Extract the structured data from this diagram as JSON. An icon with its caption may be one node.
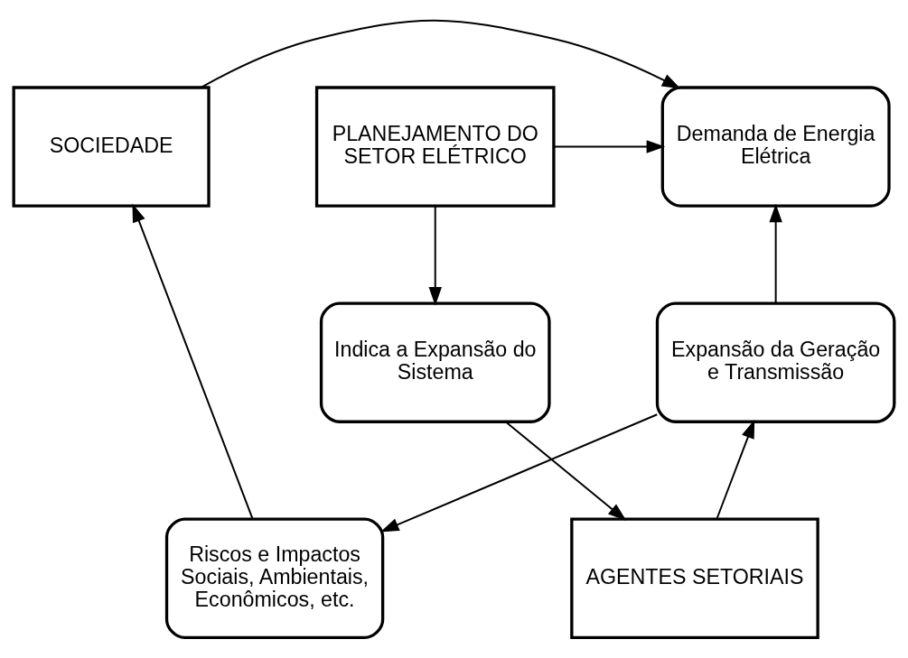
{
  "diagram": {
    "nodes": [
      {
        "text": [
          "SOCIEDADE"
        ]
      },
      {
        "text": [
          "Demanda de Energia Elétrica"
        ]
      },
      {
        "text": [
          "PLANEJAMENTO DO SETOR ELÉTRICO"
        ]
      },
      {
        "text": [
          "Expansão da Geração e Transmissão"
        ]
      },
      {
        "text": [
          "Indica a Expansão do Sistema"
        ]
      },
      {
        "text": [
          "Riscos e Impactos Sociais, Ambientais, Econômicos, etc."
        ]
      },
      {
        "text": [
          "AGENTES SETORIAIS"
        ]
      }
    ],
    "edges": [
      {
        "from": 0,
        "to": 1,
        "arrow": "to"
      },
      {
        "from": 2,
        "to": 1,
        "arrow": "to"
      },
      {
        "from": 3,
        "to": 1,
        "arrow": "to"
      },
      {
        "from": 2,
        "to": 4,
        "arrow": "to"
      },
      {
        "from": 3,
        "to": 5,
        "arrow": "to"
      },
      {
        "from": 6,
        "to": 3,
        "arrow": "to"
      },
      {
        "from": 5,
        "to": 0,
        "arrow": "to"
      },
      {
        "from": 4,
        "to": 6,
        "arrow": "to"
      }
    ]
  }
}
